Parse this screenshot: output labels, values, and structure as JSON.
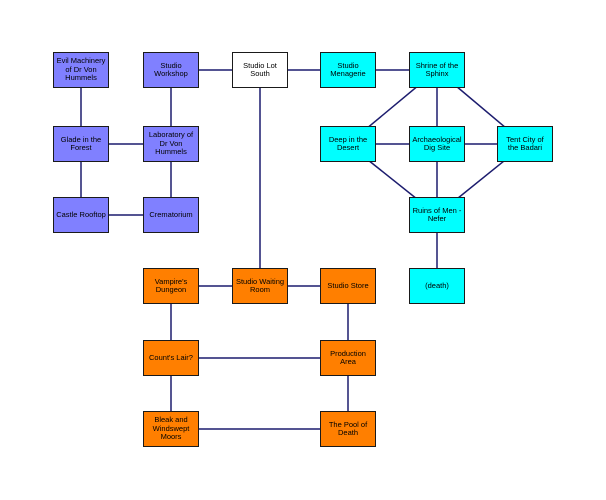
{
  "colors": {
    "purple": "#8080ff",
    "cyan": "#00ffff",
    "orange": "#ff7f00",
    "white": "#ffffff",
    "edge": "#1c1c6e"
  },
  "rooms": {
    "evil_machinery": "Evil Machinery of Dr Von Hummels",
    "studio_workshop": "Studio Workshop",
    "studio_lot_south": "Studio Lot South",
    "studio_menagerie": "Studio Menagerie",
    "shrine_sphinx": "Shrine of the Sphinx",
    "glade_forest": "Glade in the Forest",
    "laboratory": "Laboratory of Dr Von Hummels",
    "deep_desert": "Deep in the Desert",
    "archaeological_dig": "Archaeological Dig Site",
    "tent_city": "Tent City of the Badari",
    "castle_rooftop": "Castle Rooftop",
    "crematorium": "Crematorium",
    "ruins_men_nefer": "Ruins of Men -Nefer",
    "vampires_dungeon": "Vampire's Dungeon",
    "studio_waiting_room": "Studio Waiting Room",
    "studio_store": "Studio Store",
    "death": "(death)",
    "counts_lair": "Count's Lair?",
    "production_area": "Production Area",
    "bleak_moors": "Bleak and Windswept Moors",
    "pool_of_death": "The Pool of Death"
  },
  "connections": [
    [
      "evil_machinery",
      "glade_forest"
    ],
    [
      "studio_workshop",
      "laboratory"
    ],
    [
      "studio_workshop",
      "studio_lot_south"
    ],
    [
      "studio_lot_south",
      "studio_menagerie"
    ],
    [
      "studio_menagerie",
      "shrine_sphinx"
    ],
    [
      "glade_forest",
      "laboratory"
    ],
    [
      "glade_forest",
      "castle_rooftop"
    ],
    [
      "laboratory",
      "crematorium"
    ],
    [
      "castle_rooftop",
      "crematorium"
    ],
    [
      "shrine_sphinx",
      "deep_desert"
    ],
    [
      "shrine_sphinx",
      "archaeological_dig"
    ],
    [
      "shrine_sphinx",
      "tent_city"
    ],
    [
      "deep_desert",
      "archaeological_dig"
    ],
    [
      "archaeological_dig",
      "tent_city"
    ],
    [
      "deep_desert",
      "ruins_men_nefer"
    ],
    [
      "archaeological_dig",
      "ruins_men_nefer"
    ],
    [
      "tent_city",
      "ruins_men_nefer"
    ],
    [
      "ruins_men_nefer",
      "death"
    ],
    [
      "studio_lot_south",
      "studio_waiting_room"
    ],
    [
      "vampires_dungeon",
      "studio_waiting_room"
    ],
    [
      "studio_waiting_room",
      "studio_store"
    ],
    [
      "vampires_dungeon",
      "counts_lair"
    ],
    [
      "studio_store",
      "production_area"
    ],
    [
      "counts_lair",
      "production_area"
    ],
    [
      "counts_lair",
      "bleak_moors"
    ],
    [
      "production_area",
      "pool_of_death"
    ],
    [
      "bleak_moors",
      "pool_of_death"
    ]
  ]
}
